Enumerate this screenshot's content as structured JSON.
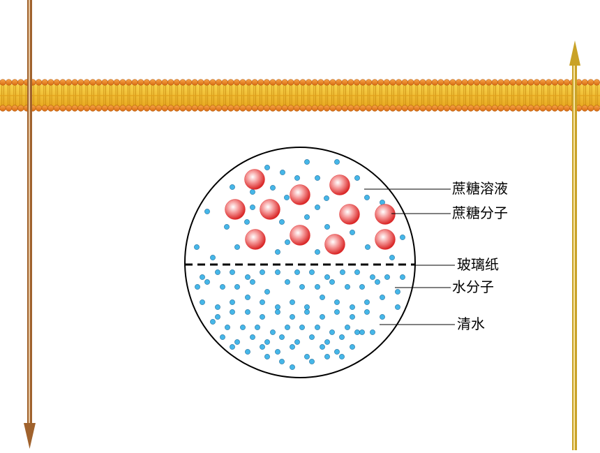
{
  "diagram": {
    "labels": {
      "sucrose_solution": "蔗糖溶液",
      "sucrose_molecule": "蔗糖分子",
      "cellophane": "玻璃纸",
      "water_molecule": "水分子",
      "clear_water": "清水"
    },
    "colors": {
      "membrane_head": "#f28c28",
      "membrane_tail": "#f5c542",
      "sucrose_molecule": "#e33b3b",
      "water_molecule": "#45b6e8",
      "left_arrow": "#a0622d",
      "right_arrow": "#c9a227",
      "outline": "#000000"
    }
  }
}
